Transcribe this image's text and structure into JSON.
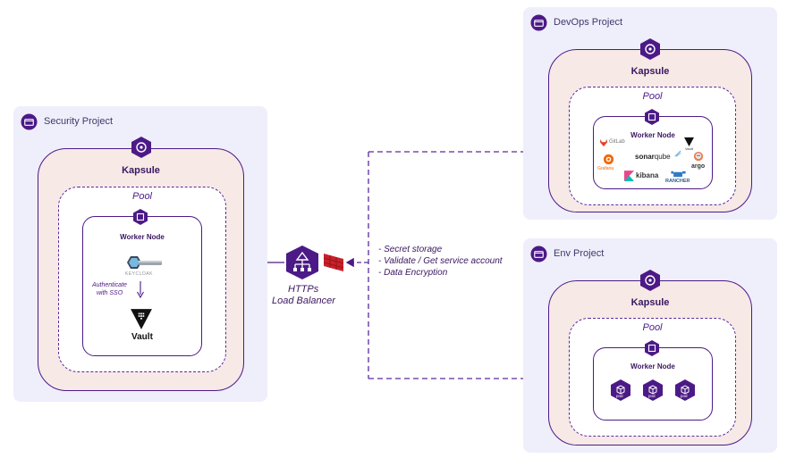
{
  "security": {
    "title": "Security Project",
    "kapsule": "Kapsule",
    "pool": "Pool",
    "worker": "Worker Node",
    "keycloak_logo": "KEYCLOAK",
    "auth_note_1": "Authenticate",
    "auth_note_2": "with SSO",
    "vault_logo": "Vault"
  },
  "devops": {
    "title": "DevOps Project",
    "kapsule": "Kapsule",
    "pool": "Pool",
    "worker": "Worker Node",
    "tools": {
      "gitlab": "GitLab",
      "sonarqube_a": "sonar",
      "sonarqube_b": "qube",
      "vault": "Vault",
      "grafana": "Grafana",
      "argo": "argo",
      "kibana": "kibana",
      "rancher": "RANCHER"
    }
  },
  "env": {
    "title": "Env Project",
    "kapsule": "Kapsule",
    "pool": "Pool",
    "worker": "Worker Node",
    "pods": [
      "pod",
      "pod",
      "pod"
    ]
  },
  "load_balancer": {
    "line1": "HTTPs",
    "line2": "Load Balancer"
  },
  "connection_notes": [
    "- Secret storage",
    "- Validate / Get service account",
    "- Data Encryption"
  ],
  "colors": {
    "purple": "#4c1a87",
    "project_bg": "#efeefb",
    "kapsule_bg": "#f6e9e6",
    "firewall": "#c8202a"
  }
}
